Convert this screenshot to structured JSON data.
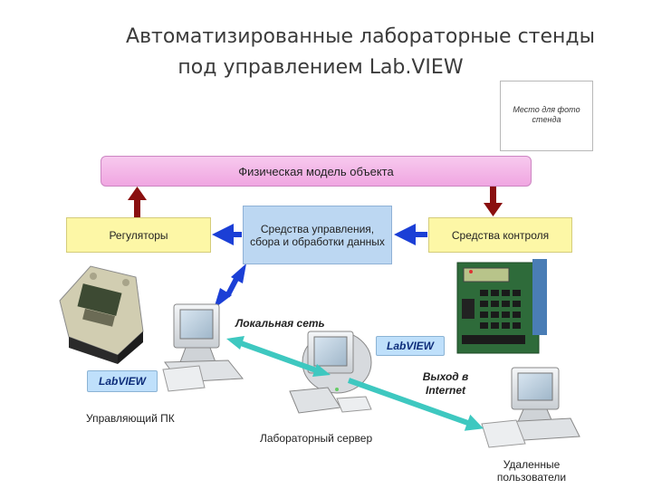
{
  "title": {
    "line1": "Автоматизированные лабораторные стенды",
    "line2": "под управлением Lab.VIEW"
  },
  "photo_placeholder": "Место для фото стенда",
  "nodes": {
    "physical_model": "Физическая модель объекта",
    "regulators": "Регуляторы",
    "control_means": "Средства контроля",
    "management": "Средства управления, сбора и обработки данных"
  },
  "labels": {
    "labview_pc": "LabVIEW",
    "labview_server": "LabVIEW",
    "local_network": "Локальная сеть",
    "internet_exit": "Выход в Internet",
    "control_pc": "Управляющий ПК",
    "lab_server": "Лабораторный сервер",
    "remote_users": "Удаленные пользователи"
  },
  "colors": {
    "physical_model_fill": "#f0a6e1",
    "yellow_box": "#fdf7a6",
    "blue_box": "#bcd7f2",
    "arrow_blue": "#1b3fd6",
    "arrow_dark_red": "#8a1010",
    "arrow_cyan": "#3ec8c0"
  }
}
